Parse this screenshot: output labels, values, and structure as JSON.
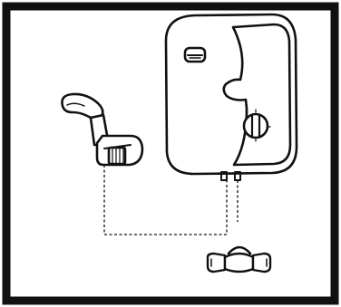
{
  "figure": {
    "frame_color": "#111111",
    "stroke_color": "#111111",
    "fill_color": "#ffffff",
    "components": [
      {
        "key": "water-heater",
        "icon": "water-heater-icon"
      },
      {
        "key": "shower-head",
        "icon": "shower-head-icon"
      },
      {
        "key": "valve",
        "icon": "valve-icon"
      }
    ]
  }
}
